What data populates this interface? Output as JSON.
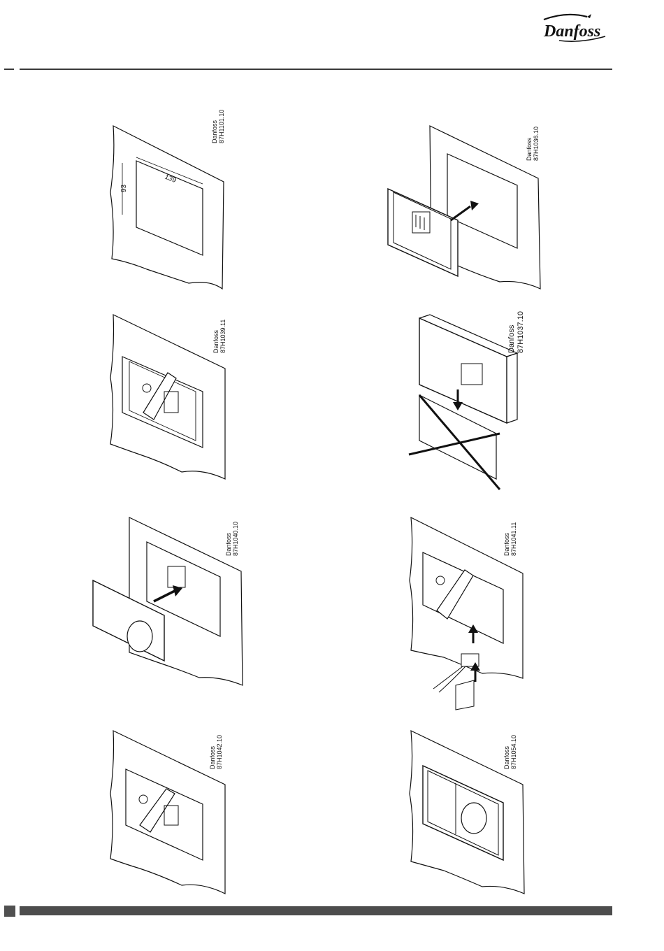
{
  "header": {
    "brand": "Danfoss"
  },
  "figures": [
    {
      "id": "f1",
      "brand": "Danfoss",
      "code": "87H1101.10",
      "dim_width": "139",
      "dim_height": "93"
    },
    {
      "id": "f2",
      "brand": "Danfoss",
      "code": "87H1036.10"
    },
    {
      "id": "f3",
      "brand": "Danfoss",
      "code": "87H1039.11"
    },
    {
      "id": "f4",
      "brand": "Danfoss",
      "code": "87H1037.10"
    },
    {
      "id": "f5",
      "brand": "Danfoss",
      "code": "87H1040.10"
    },
    {
      "id": "f6",
      "brand": "Danfoss",
      "code": "87H1041.11"
    },
    {
      "id": "f7",
      "brand": "Danfoss",
      "code": "87H1042.10"
    },
    {
      "id": "f8",
      "brand": "Danfoss",
      "code": "87H1054.10"
    }
  ],
  "colors": {
    "ink": "#111111",
    "rule": "#3a3a3a",
    "footer_bar": "#4d4d4d"
  }
}
